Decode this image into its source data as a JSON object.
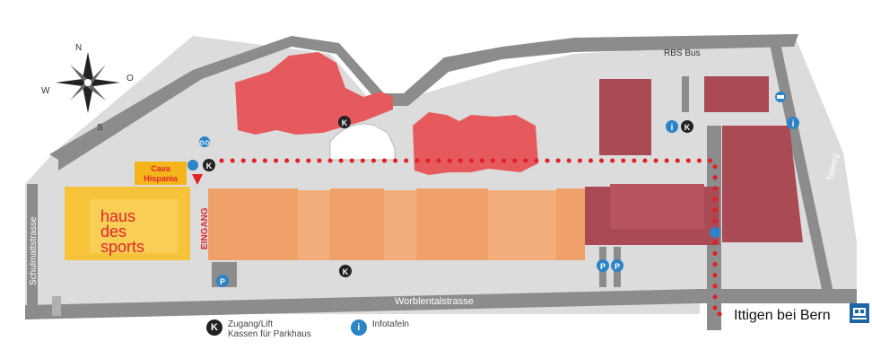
{
  "compass": {
    "n": "N",
    "o": "O",
    "s": "S",
    "w": "W"
  },
  "streets": {
    "rbs_bus": "RBS Bus",
    "schulmattstrasse": "Schulmattstrasse",
    "talweg": "Talweg",
    "worblentalstrasse": "Worblentalstrasse"
  },
  "stores": {
    "cava": "Cava",
    "hispania": "Hispania",
    "haus": "haus",
    "des": "des",
    "sports": "sports",
    "eingang": "EINGANG"
  },
  "markers": {
    "access": "K",
    "info": "i",
    "parking": "P"
  },
  "legend": {
    "access_line1": "Zugang/Lift",
    "access_line2": "Kassen für Parkhaus",
    "info": "Infotafeln"
  },
  "station": {
    "label": "Ittigen bei Bern"
  },
  "colors": {
    "background": "#ffffff",
    "site": "#dcdcdc",
    "road": "#8c8c8c",
    "building_red": "#e65a5e",
    "building_brown": "#a94a55",
    "building_orange": "#f0a069",
    "haus_des_sports": "#f7c33b",
    "haus_text": "#e2252b",
    "cava": "#f4b41a",
    "route": "#e02025",
    "info_blue": "#2c83c6",
    "access_black": "#222222",
    "train_blue": "#1e63a6"
  }
}
